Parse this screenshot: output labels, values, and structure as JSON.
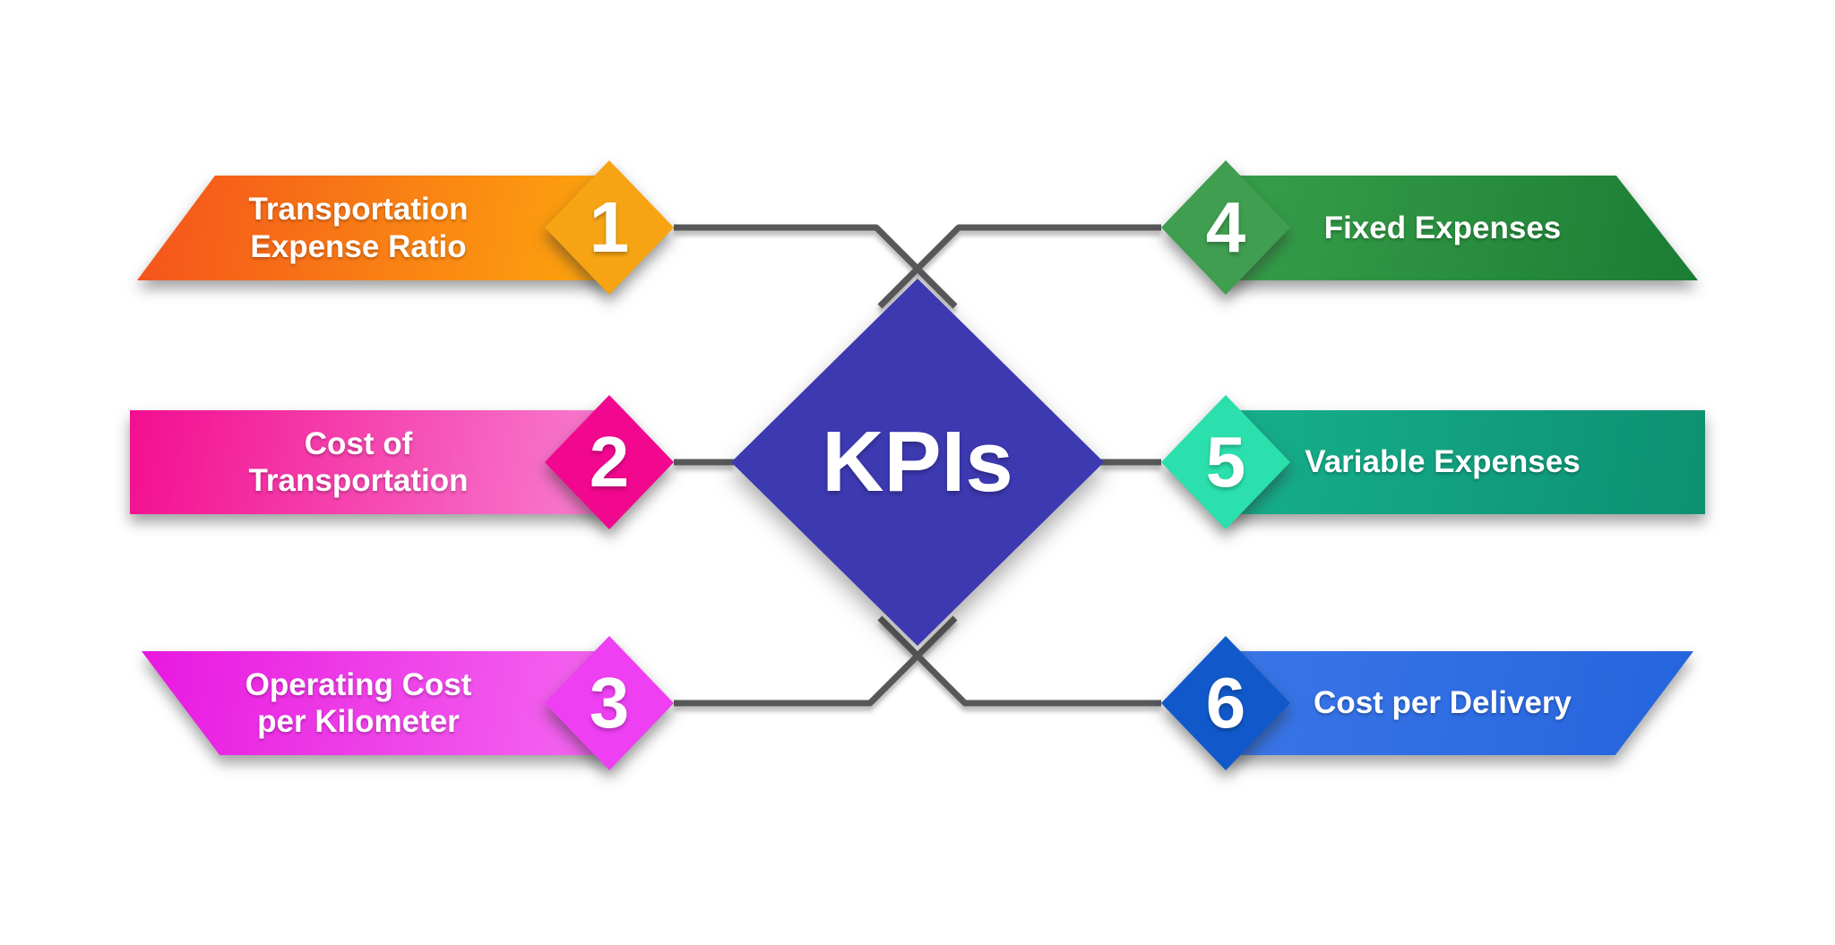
{
  "title": "KPIs infographic diagram",
  "center": {
    "label": "KPIs",
    "color": "#3d39b1"
  },
  "connectors": {
    "color": "#58585a"
  },
  "items": [
    {
      "number": "1",
      "label": "Transportation\nExpense Ratio",
      "diamond_color": "#f6a414",
      "banner_gradient": {
        "from": "#f4521c",
        "to": "#fda60d",
        "angle": "100deg"
      }
    },
    {
      "number": "2",
      "label": "Cost of\nTransportation",
      "diamond_color": "#f2078f",
      "banner_gradient": {
        "from": "#f30e90",
        "to": "#f87fd0",
        "angle": "100deg"
      }
    },
    {
      "number": "3",
      "label": "Operating Cost\nper Kilometer",
      "diamond_color": "#ee3ff2",
      "banner_gradient": {
        "from": "#e818e0",
        "to": "#f468f0",
        "angle": "100deg"
      }
    },
    {
      "number": "4",
      "label": "Fixed Expenses",
      "diamond_color": "#3f9e4f",
      "banner_gradient": {
        "from": "#37a04a",
        "to": "#1b7c33",
        "angle": "100deg"
      }
    },
    {
      "number": "5",
      "label": "Variable Expenses",
      "diamond_color": "#2be0ad",
      "banner_gradient": {
        "from": "#16b08d",
        "to": "#0d9070",
        "angle": "100deg"
      }
    },
    {
      "number": "6",
      "label": "Cost per Delivery",
      "diamond_color": "#1159cb",
      "banner_gradient": {
        "from": "#3a76e8",
        "to": "#2464dd",
        "angle": "100deg"
      }
    }
  ]
}
